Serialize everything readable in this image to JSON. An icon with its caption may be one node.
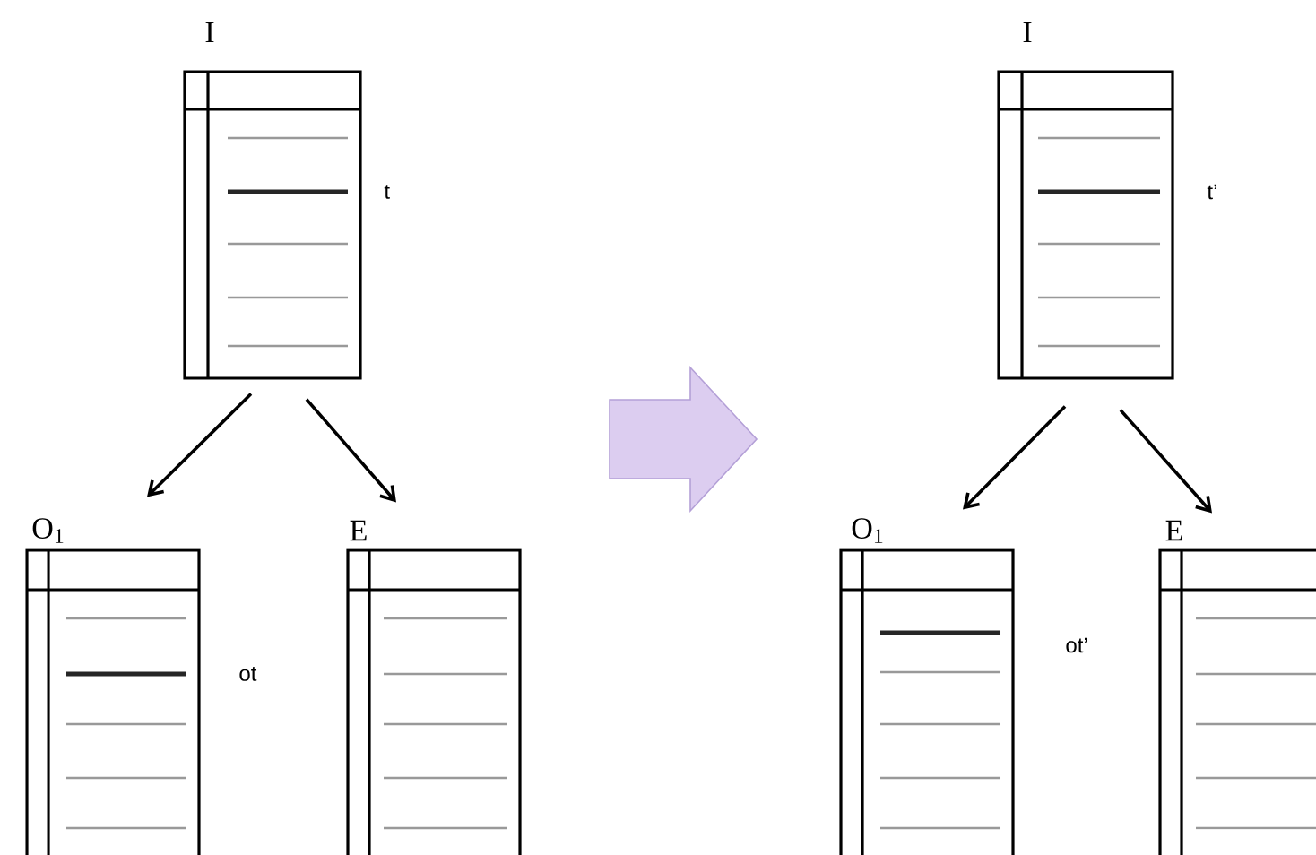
{
  "diagram": {
    "nodes": [
      {
        "text": [
          "I"
        ],
        "beside": [
          "t"
        ]
      },
      {
        "text": [
          "O$_{1}$"
        ],
        "beside": [
          "ot"
        ]
      },
      {
        "text": [
          "E"
        ]
      },
      {
        "text": [
          "I"
        ],
        "beside": [
          "t’"
        ]
      },
      {
        "text": [
          "O$_{1}$"
        ],
        "beside": [
          "ot’"
        ]
      },
      {
        "text": [
          "E"
        ]
      }
    ],
    "edges": [
      {
        "from": 0,
        "to": 1,
        "arrow": "to"
      },
      {
        "from": 0,
        "to": 2,
        "arrow": "to"
      },
      {
        "from": 3,
        "to": 4,
        "arrow": "to"
      },
      {
        "from": 3,
        "to": 5,
        "arrow": "to"
      }
    ]
  }
}
